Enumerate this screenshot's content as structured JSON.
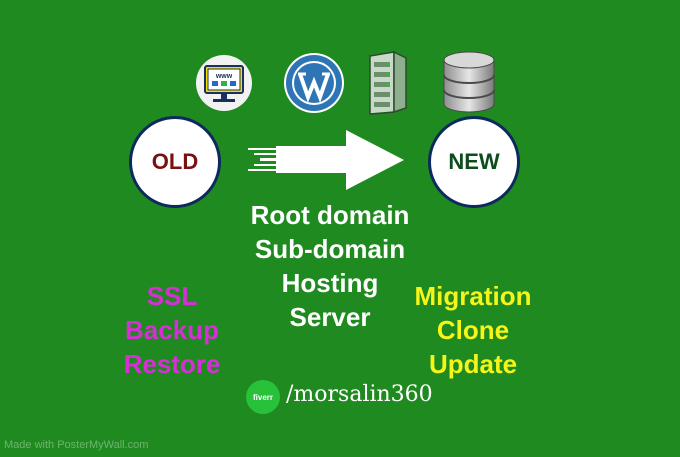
{
  "colors": {
    "background": "#1f8a1f",
    "old_text": "#7a1010",
    "new_text": "#0d4d1d",
    "circle_border": "#0d2a5c",
    "pink": "#d62fd6",
    "yellow": "#f5f51a",
    "white": "#ffffff"
  },
  "icons": [
    "www-monitor-icon",
    "wordpress-icon",
    "server-rack-icon",
    "database-icon",
    "fiverr-logo"
  ],
  "old_label": "OLD",
  "new_label": "NEW",
  "www_label": "www",
  "center_list": [
    "Root domain",
    "Sub-domain",
    "Hosting",
    "Server"
  ],
  "left_list": [
    "SSL",
    "Backup",
    "Restore"
  ],
  "right_list": [
    "Migration",
    "Clone",
    "Update"
  ],
  "fiverr": {
    "logo_text": "fiverr",
    "handle": "/morsalin360"
  },
  "watermark": "Made with PosterMyWall.com"
}
